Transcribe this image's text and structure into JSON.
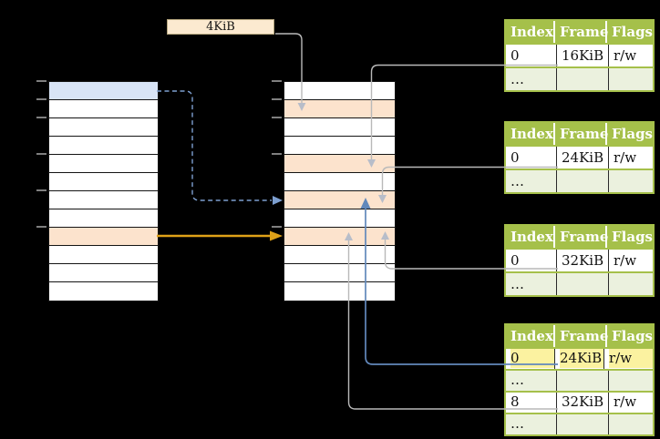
{
  "size_label": {
    "text": "4KiB"
  },
  "virtual_memory": {
    "rows": [
      "blue",
      "white",
      "white",
      "white",
      "white",
      "white",
      "white",
      "white",
      "peach",
      "white",
      "white",
      "white"
    ],
    "tick_rows": [
      0,
      1,
      2,
      4,
      6,
      8
    ]
  },
  "physical_memory": {
    "rows": [
      "white",
      "peach",
      "white",
      "white",
      "peach",
      "white",
      "peach",
      "white",
      "peach",
      "white",
      "white",
      "white"
    ],
    "tick_rows": [
      0,
      1,
      2,
      4,
      8
    ]
  },
  "page_tables": [
    {
      "name": "page-table-16kib",
      "headers": [
        "Index",
        "Frame",
        "Flags"
      ],
      "rows": [
        {
          "variant": "data",
          "highlight": false,
          "cells": [
            "0",
            "16KiB",
            "r/w"
          ]
        },
        {
          "variant": "ellipsis",
          "highlight": false,
          "cells": [
            "…",
            "",
            ""
          ]
        }
      ]
    },
    {
      "name": "page-table-24kib",
      "headers": [
        "Index",
        "Frame",
        "Flags"
      ],
      "rows": [
        {
          "variant": "data",
          "highlight": false,
          "cells": [
            "0",
            "24KiB",
            "r/w"
          ]
        },
        {
          "variant": "ellipsis",
          "highlight": false,
          "cells": [
            "…",
            "",
            ""
          ]
        }
      ]
    },
    {
      "name": "page-table-32kib",
      "headers": [
        "Index",
        "Frame",
        "Flags"
      ],
      "rows": [
        {
          "variant": "data",
          "highlight": false,
          "cells": [
            "0",
            "32KiB",
            "r/w"
          ]
        },
        {
          "variant": "ellipsis",
          "highlight": false,
          "cells": [
            "…",
            "",
            ""
          ]
        }
      ]
    },
    {
      "name": "page-table-level2",
      "headers": [
        "Index",
        "Frame",
        "Flags"
      ],
      "rows": [
        {
          "variant": "data",
          "highlight": true,
          "cells": [
            "0",
            "24KiB",
            "r/w"
          ]
        },
        {
          "variant": "ellipsis",
          "highlight": false,
          "cells": [
            "…",
            "",
            ""
          ]
        },
        {
          "variant": "data",
          "highlight": false,
          "cells": [
            "8",
            "32KiB",
            "r/w"
          ]
        },
        {
          "variant": "ellipsis",
          "highlight": false,
          "cells": [
            "…",
            "",
            ""
          ]
        }
      ]
    }
  ],
  "colors": {
    "background": "#000000",
    "table_header_green": "#a5c04a",
    "ellipsis_row_green": "#ebf1de",
    "highlight_yellow": "#fbf2a0",
    "virtual_page_blue": "#d8e4f6",
    "frame_peach": "#fce3cd",
    "label_cream": "#fcead0",
    "arrow_gray": "#b9b9b9",
    "arrow_blue": "#6288bb",
    "arrow_blue_dashed": "#7d9fd0",
    "arrow_orange": "#dfa118",
    "tick_gray": "#7f7f7f"
  }
}
